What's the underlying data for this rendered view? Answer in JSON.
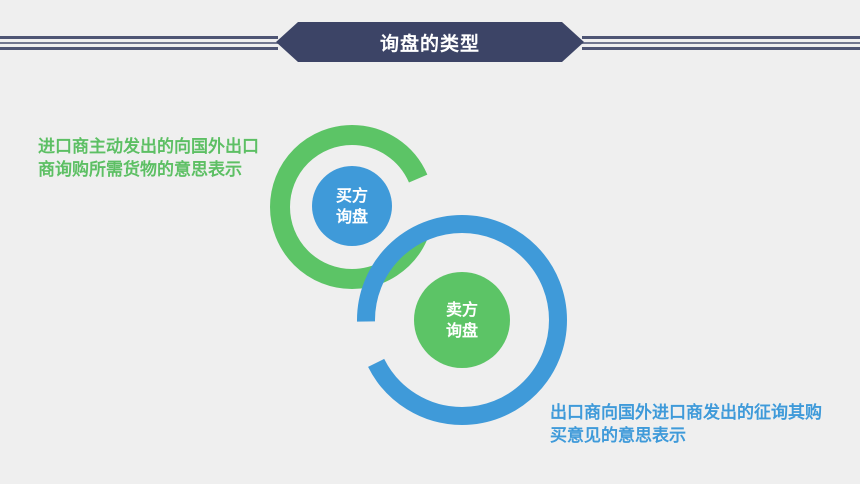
{
  "header": {
    "title": "询盘的类型"
  },
  "buyer_inquiry": {
    "label": "买方\n询盘",
    "description": "进口商主动发出的向国外出口商询购所需货物的意思表示",
    "color": "#5cc466"
  },
  "seller_inquiry": {
    "label": "卖方\n询盘",
    "description": "出口商向国外进口商发出的征询其购买意见的意思表示",
    "color": "#3f9ad9"
  },
  "colors": {
    "background": "#efefef",
    "banner": "#3c4466",
    "green": "#5cc466",
    "blue": "#3f9ad9"
  }
}
